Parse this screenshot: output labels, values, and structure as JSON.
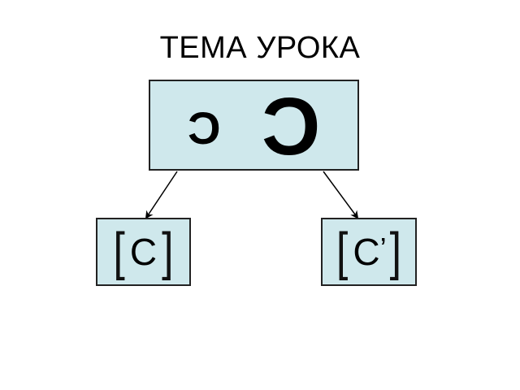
{
  "title": "ТЕМА УРОКА",
  "main_box": {
    "letter_small": "С",
    "letter_large": "С"
  },
  "left_box": {
    "bracket_open": "[",
    "sound": "С",
    "bracket_close": "]"
  },
  "right_box": {
    "bracket_open": "[",
    "sound": "С",
    "soft_mark": "’",
    "bracket_close": "]"
  },
  "colors": {
    "box_fill": "#cfe8ec",
    "border": "#222222",
    "text": "#000000"
  }
}
